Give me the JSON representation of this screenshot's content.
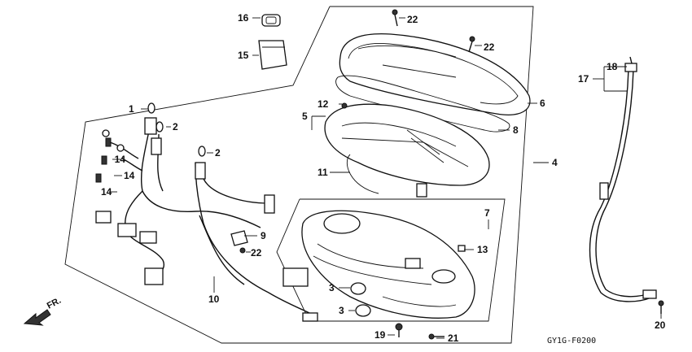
{
  "diagram": {
    "callouts": [
      {
        "id": "c1",
        "text": "1"
      },
      {
        "id": "c2a",
        "text": "2"
      },
      {
        "id": "c2b",
        "text": "2"
      },
      {
        "id": "c3a",
        "text": "3"
      },
      {
        "id": "c3b",
        "text": "3"
      },
      {
        "id": "c4",
        "text": "4"
      },
      {
        "id": "c5",
        "text": "5"
      },
      {
        "id": "c6",
        "text": "6"
      },
      {
        "id": "c7",
        "text": "7"
      },
      {
        "id": "c8",
        "text": "8"
      },
      {
        "id": "c9",
        "text": "9"
      },
      {
        "id": "c10",
        "text": "10"
      },
      {
        "id": "c11",
        "text": "11"
      },
      {
        "id": "c12",
        "text": "12"
      },
      {
        "id": "c13",
        "text": "13"
      },
      {
        "id": "c14a",
        "text": "14"
      },
      {
        "id": "c14b",
        "text": "14"
      },
      {
        "id": "c14c",
        "text": "14"
      },
      {
        "id": "c15",
        "text": "15"
      },
      {
        "id": "c16",
        "text": "16"
      },
      {
        "id": "c17",
        "text": "17"
      },
      {
        "id": "c18",
        "text": "18"
      },
      {
        "id": "c19",
        "text": "19"
      },
      {
        "id": "c20",
        "text": "20"
      },
      {
        "id": "c21",
        "text": "21"
      },
      {
        "id": "c22a",
        "text": "22"
      },
      {
        "id": "c22b",
        "text": "22"
      },
      {
        "id": "c22c",
        "text": "22"
      }
    ],
    "direction_label": "FR.",
    "drawing_code": "GY1G-F0200"
  }
}
